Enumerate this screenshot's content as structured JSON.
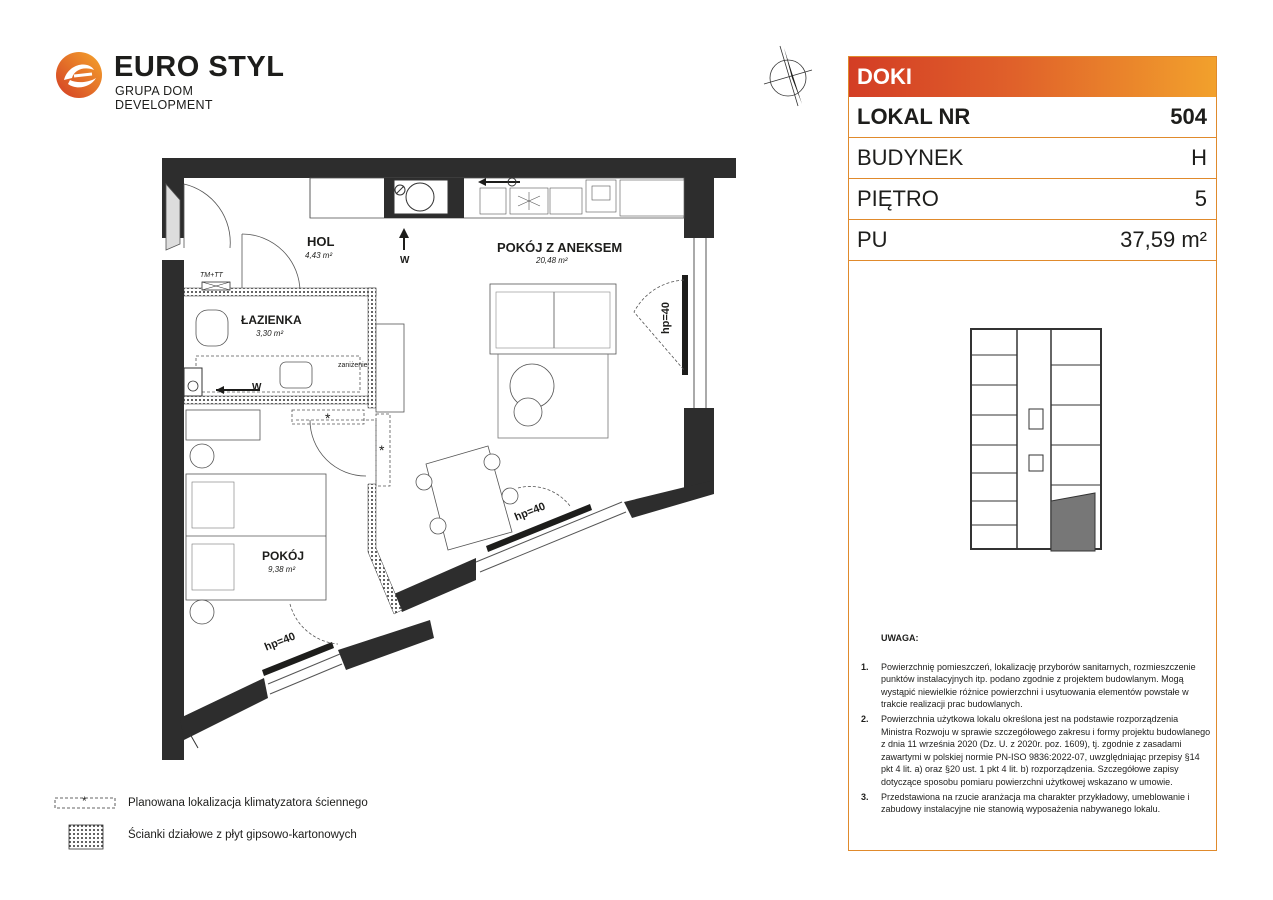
{
  "brand": {
    "name": "EURO STYL",
    "subtitle": "GRUPA DOM DEVELOPMENT",
    "accent_colors": [
      "#d33d25",
      "#f2a12c"
    ]
  },
  "compass_icon": "north-arrow-icon",
  "plan": {
    "rooms": [
      {
        "name": "HOL",
        "area": "4,43 m²"
      },
      {
        "name": "POKÓJ Z ANEKSEM",
        "area": "20,48 m²"
      },
      {
        "name": "ŁAZIENKA",
        "area": "3,30 m²"
      },
      {
        "name": "POKÓJ",
        "area": "9,38 m²"
      }
    ],
    "labels": {
      "tm_tt": "TM+TT",
      "zanizenie": "zaniżenie",
      "w": "W",
      "ac_mark": "*",
      "hp": "hp=40"
    }
  },
  "info": {
    "header": "DOKI",
    "rows": [
      {
        "key": "LOKAL NR",
        "value": "504"
      },
      {
        "key": "BUDYNEK",
        "value": "H"
      },
      {
        "key": "PIĘTRO",
        "value": "5"
      },
      {
        "key": "PU",
        "value": "37,59 m²"
      }
    ]
  },
  "notes": {
    "title": "UWAGA:",
    "items": [
      {
        "num": "1.",
        "text": "Powierzchnię pomieszczeń, lokalizację przyborów sanitarnych, rozmieszczenie punktów instalacyjnych itp. podano zgodnie z projektem budowlanym. Mogą wystąpić niewielkie różnice powierzchni i usytuowania elementów powstałe w trakcie realizacji prac budowlanych."
      },
      {
        "num": "2.",
        "text": "Powierzchnia użytkowa lokalu określona jest na podstawie rozporządzenia Ministra Rozwoju w sprawie szczegółowego zakresu i formy projektu budowlanego z dnia 11 września 2020 (Dz. U. z 2020r. poz. 1609), tj. zgodnie z zasadami zawartymi w polskiej normie PN-ISO 9836:2022-07, uwzględniając przepisy §14 pkt 4 lit. a) oraz §20 ust. 1 pkt 4 lit. b) rozporządzenia. Szczegółowe zapisy dotyczące sposobu pomiaru powierzchni użytkowej wskazano w umowie."
      },
      {
        "num": "3.",
        "text": "Przedstawiona na rzucie aranżacja ma charakter przykładowy, umeblowanie i zabudowy instalacyjne nie stanowią wyposażenia nabywanego lokalu."
      }
    ]
  },
  "legend": [
    {
      "symbol": "*",
      "text": "Planowana lokalizacja klimatyzatora ściennego"
    },
    {
      "symbol": "",
      "text": "Ścianki działowe z płyt gipsowo-kartonowych"
    }
  ]
}
